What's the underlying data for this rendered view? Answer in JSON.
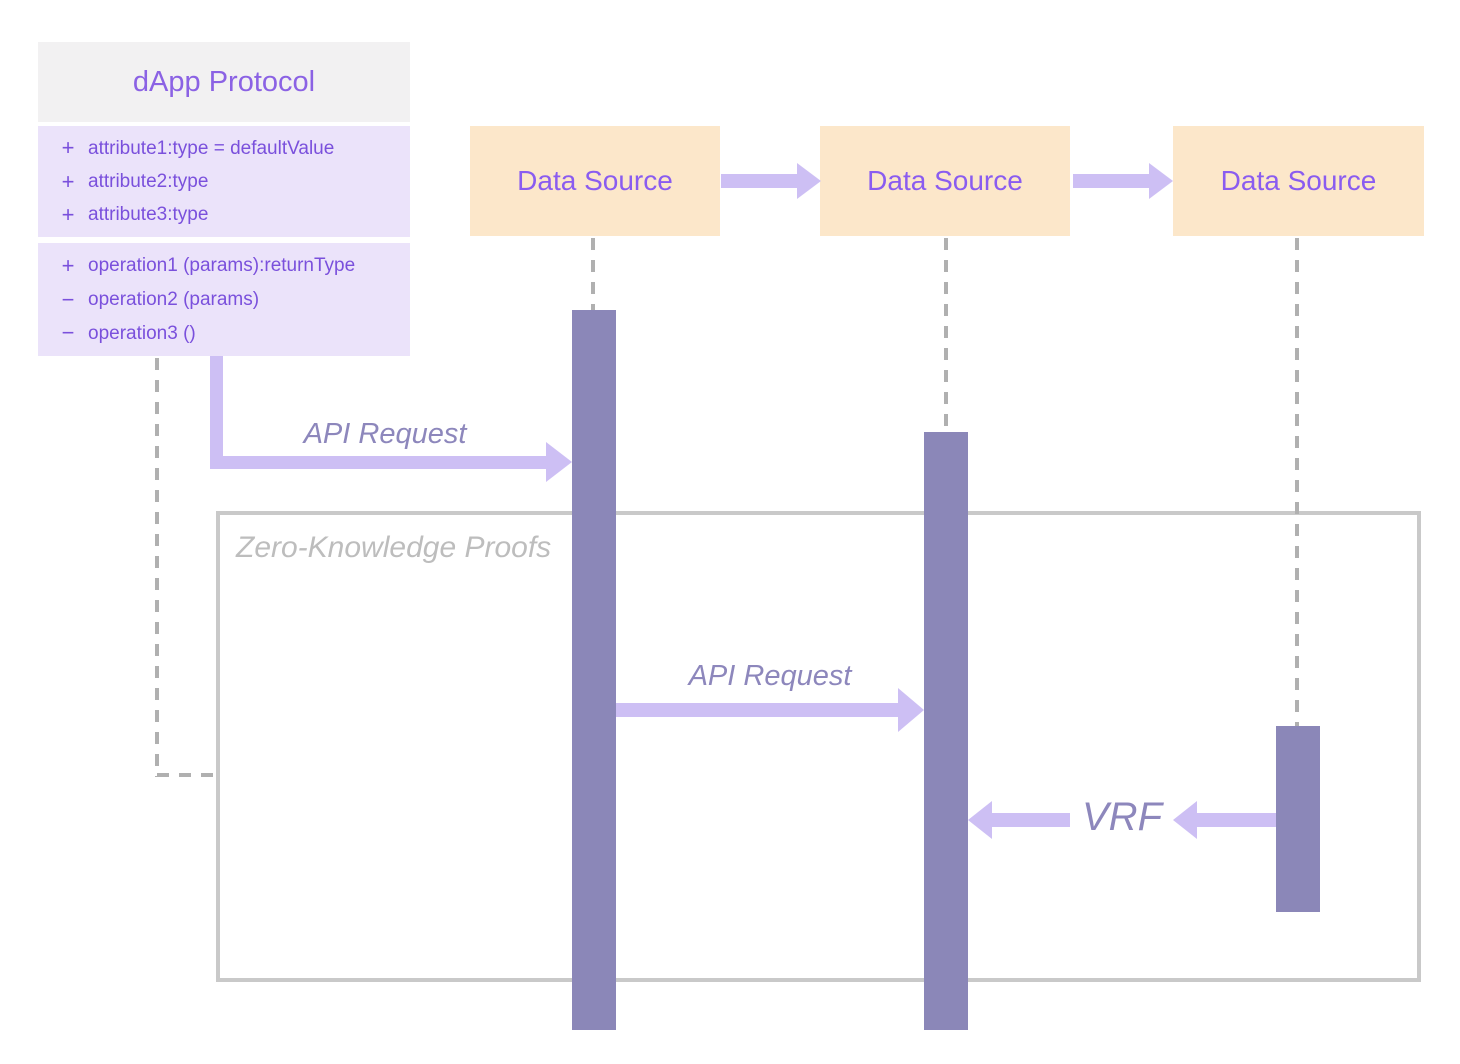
{
  "diagram": {
    "class_box": {
      "title": "dApp Protocol",
      "attributes": [
        {
          "sign": "+",
          "text": "attribute1:type = defaultValue"
        },
        {
          "sign": "+",
          "text": "attribute2:type"
        },
        {
          "sign": "+",
          "text": "attribute3:type"
        }
      ],
      "operations": [
        {
          "sign": "+",
          "text": "operation1 (params):returnType"
        },
        {
          "sign": "−",
          "text": "operation2 (params)"
        },
        {
          "sign": "−",
          "text": "operation3 ()"
        }
      ]
    },
    "nodes": [
      {
        "label": "Data Source"
      },
      {
        "label": "Data Source"
      },
      {
        "label": "Data Source"
      }
    ],
    "messages": {
      "api_request_1": "API Request",
      "api_request_2": "API Request",
      "vrf": "VRF"
    },
    "frame": {
      "label": "Zero-Knowledge Proofs"
    },
    "colors": {
      "class_header_fill": "#f2f1f2",
      "class_header_text": "#8b62e4",
      "class_section_fill": "#ebe3fa",
      "class_section_text": "#7a50dc",
      "node_fill": "#fce7ca",
      "node_text": "#8a5cf0",
      "arrow": "#cdbff4",
      "activation_bar": "#8b87b8",
      "lifeline": "#b0b0b0",
      "frame_border": "#c9c9c9",
      "frame_label": "#bdbdbd",
      "message_label": "#8d87bc"
    }
  }
}
